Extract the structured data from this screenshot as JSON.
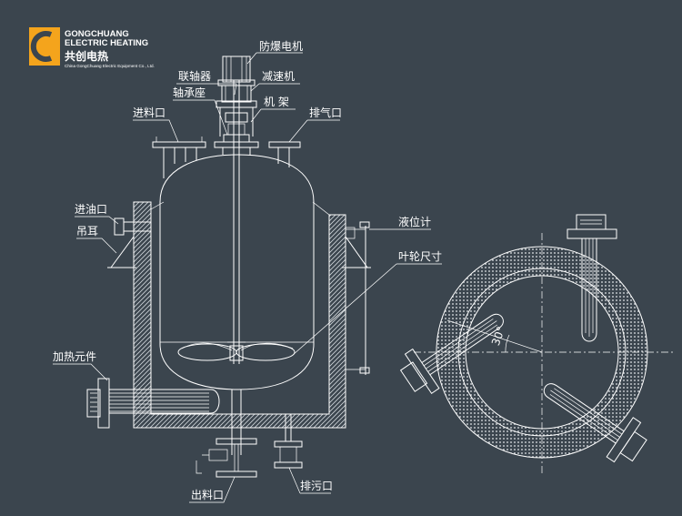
{
  "brand": {
    "name_line1": "GONGCHUANG",
    "name_line2": "ELECTRIC HEATING",
    "name_cn": "共创电热",
    "tagline": "China GongChuang Electric Equipment Co., Ltd.",
    "colors": {
      "logo_orange": "#f4a41c",
      "background": "#3b454e",
      "lines": "#ffffff"
    }
  },
  "labels": {
    "explosion_proof_motor": "防爆电机",
    "coupling": "联轴器",
    "reducer": "减速机",
    "bearing_seat": "轴承座",
    "frame": "机 架",
    "feed_inlet": "进料口",
    "vent": "排气口",
    "oil_inlet": "进油口",
    "lifting_lug": "吊耳",
    "level_gauge": "液位计",
    "impeller_size": "叶轮尺寸",
    "heating_element": "加热元件",
    "discharge_outlet": "出料口",
    "drain_outlet": "排污口",
    "angle": "30°"
  }
}
